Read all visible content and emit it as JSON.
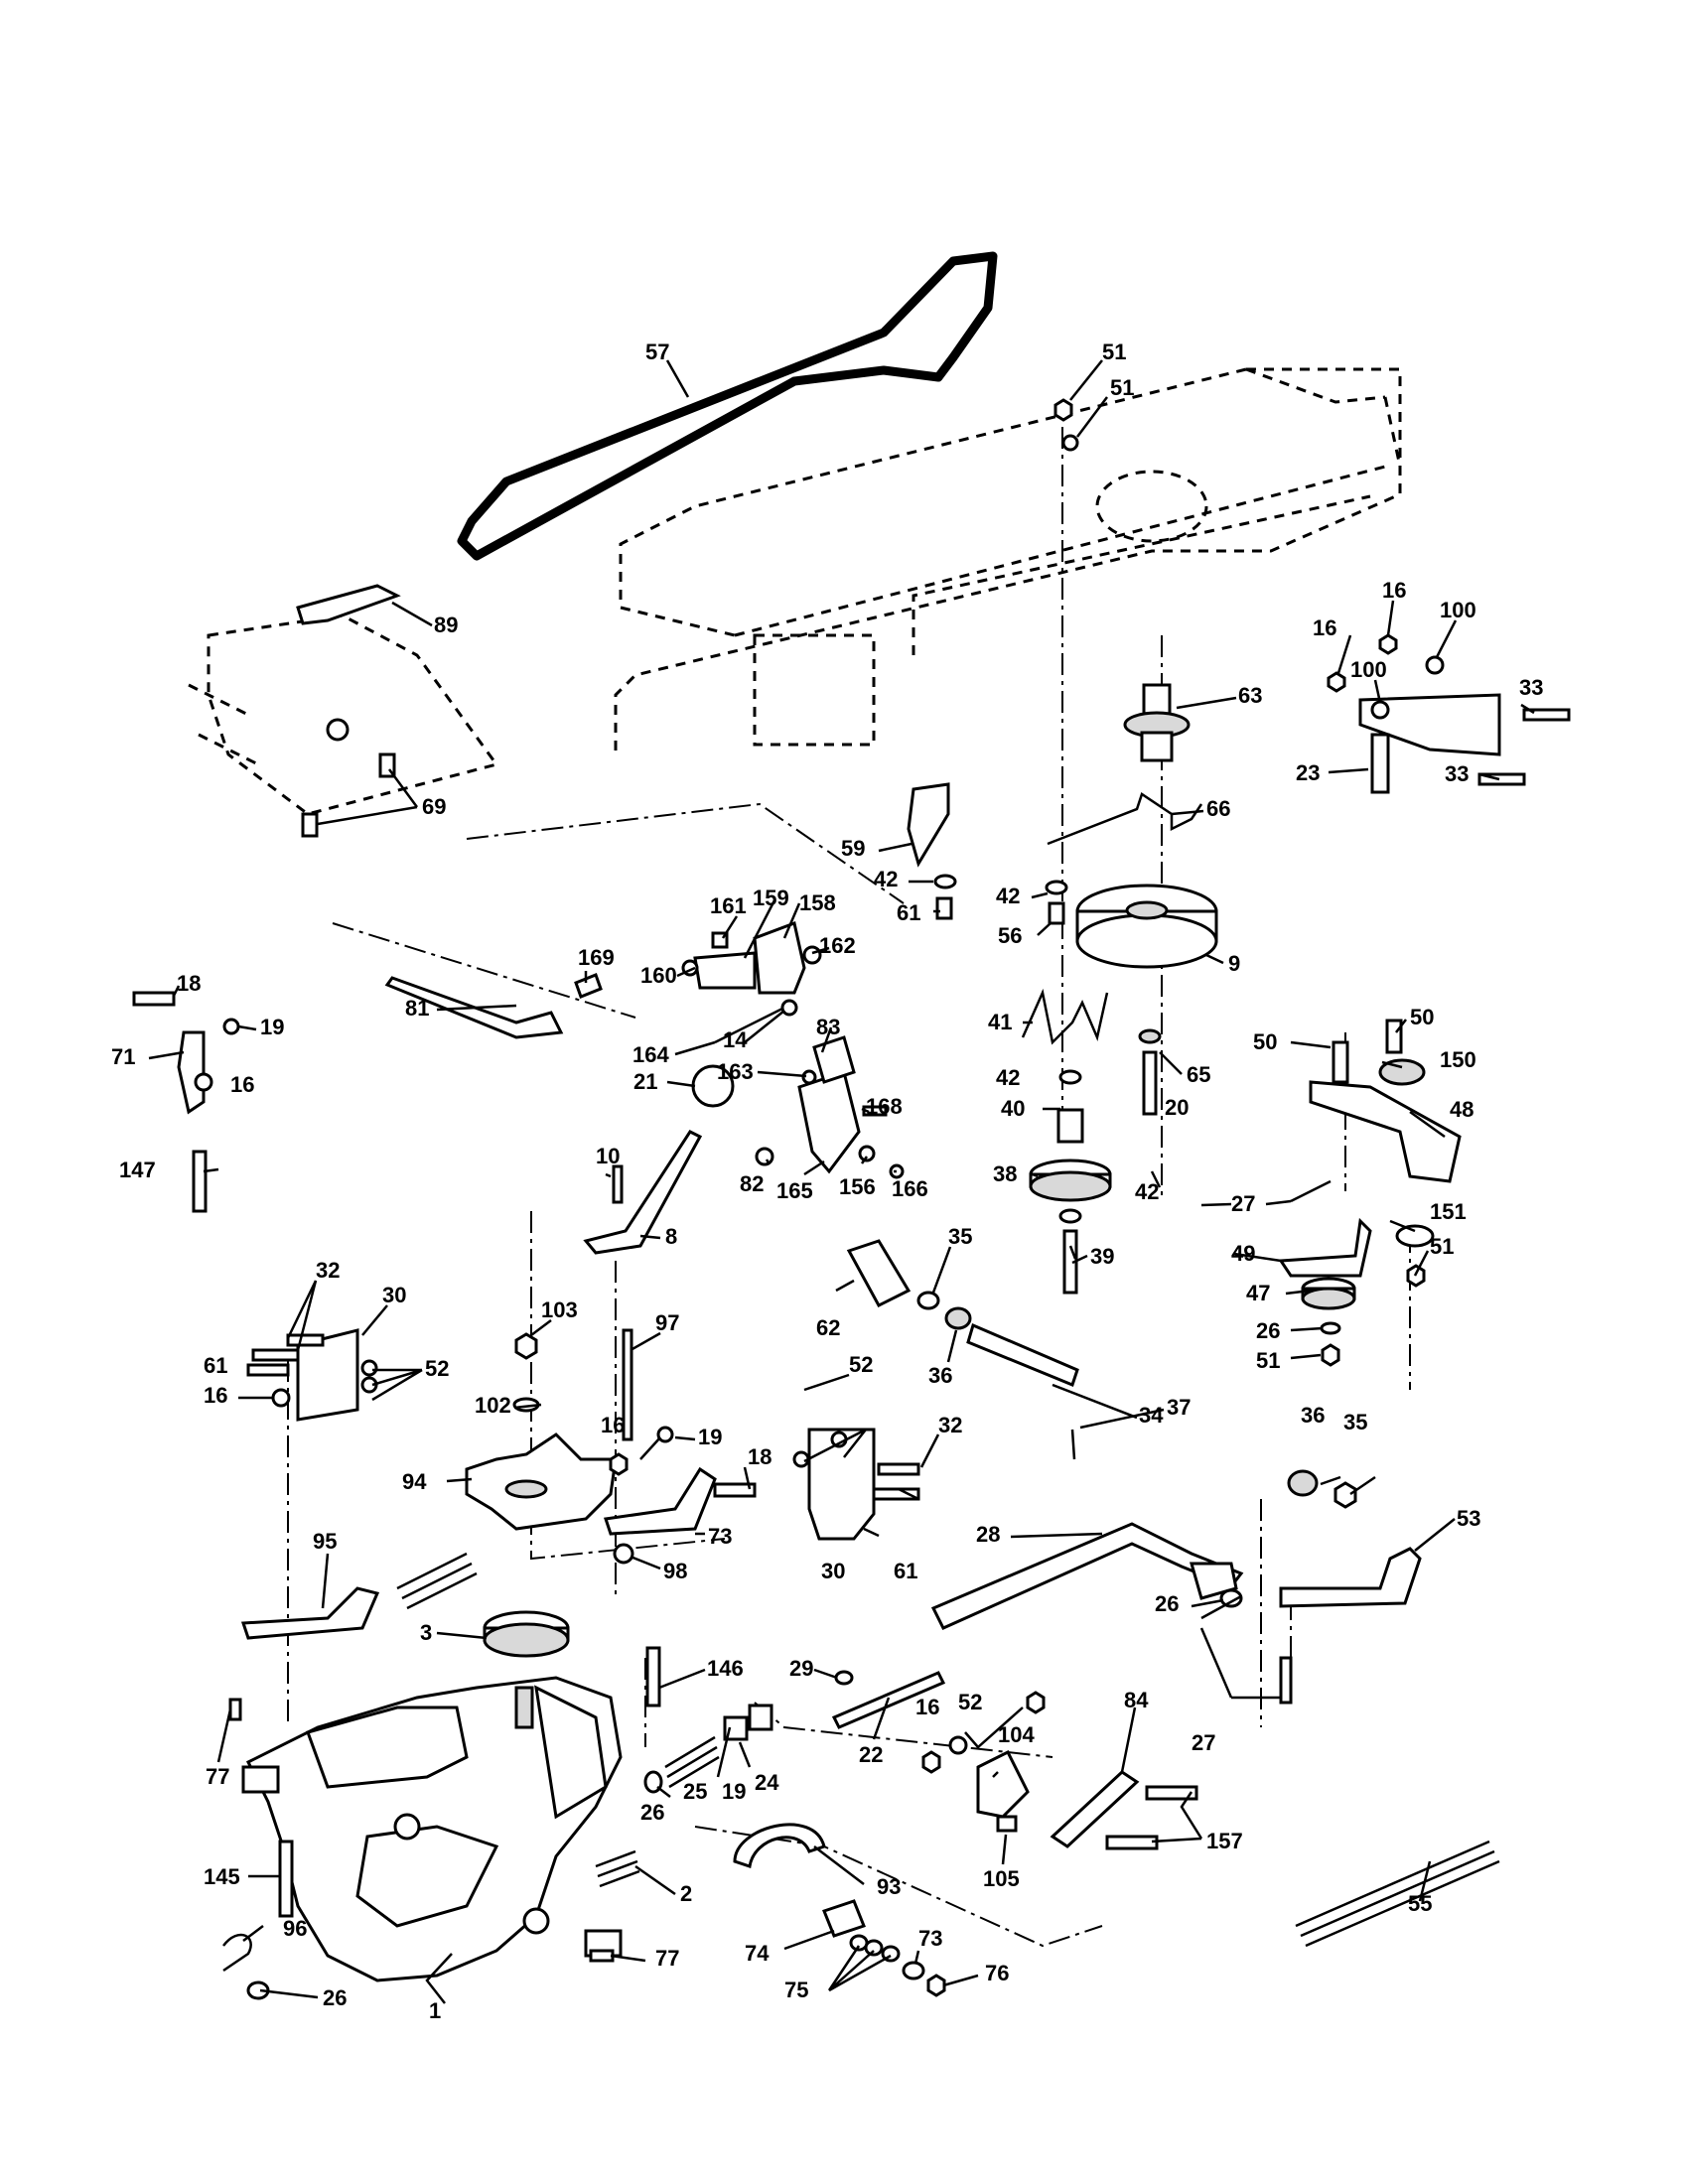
{
  "labels": {
    "57": "57",
    "51": "51",
    "89": "89",
    "69": "69",
    "63": "63",
    "66": "66",
    "16": "16",
    "100": "100",
    "33": "33",
    "23": "23",
    "59": "59",
    "42": "42",
    "61": "61",
    "56": "56",
    "9": "9",
    "161": "161",
    "159": "159",
    "158": "158",
    "162": "162",
    "169": "169",
    "160": "160",
    "18": "18",
    "19": "19",
    "71": "71",
    "81": "81",
    "41": "41",
    "65": "65",
    "50": "50",
    "150": "150",
    "164": "164",
    "14": "14",
    "83": "83",
    "163": "163",
    "168": "168",
    "147": "147",
    "21": "21",
    "40": "40",
    "20": "20",
    "48": "48",
    "10": "10",
    "82": "82",
    "165": "165",
    "156": "156",
    "166": "166",
    "38": "38",
    "27": "27",
    "8": "8",
    "39": "39",
    "151": "151",
    "49": "49",
    "47": "47",
    "26": "26",
    "35": "35",
    "62": "62",
    "36": "36",
    "32": "32",
    "30": "30",
    "103": "103",
    "97": "97",
    "52": "52",
    "34": "34",
    "102": "102",
    "37": "37",
    "94": "94",
    "73": "73",
    "98": "98",
    "53": "53",
    "95": "95",
    "28": "28",
    "3": "3",
    "146": "146",
    "29": "29",
    "104": "104",
    "84": "84",
    "77": "77",
    "25": "25",
    "24": "24",
    "22": "22",
    "55": "55",
    "145": "145",
    "105": "105",
    "157": "157",
    "2": "2",
    "93": "93",
    "96": "96",
    "74": "74",
    "75": "75",
    "76": "76",
    "1": "1"
  }
}
